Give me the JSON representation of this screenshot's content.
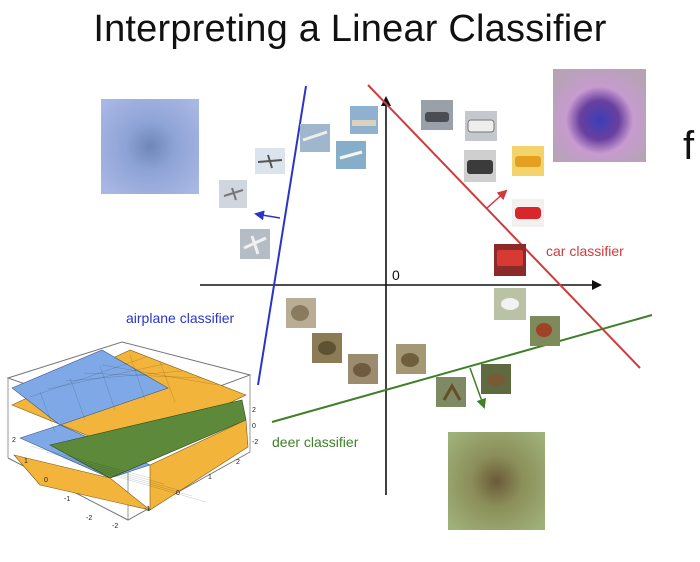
{
  "title": "Interpreting a Linear Classifier",
  "origin_label": "0",
  "partial_glyph": "f",
  "classifiers": {
    "airplane": {
      "label": "airplane classifier",
      "color": "#2a35c7"
    },
    "car": {
      "label": "car classifier",
      "color": "#d03a3a"
    },
    "deer": {
      "label": "deer classifier",
      "color": "#3f7f2a"
    }
  },
  "surface_plot": {
    "axis_ticks_left": [
      "2",
      "1",
      "0",
      "-1",
      "-2"
    ],
    "axis_ticks_bottom": [
      "2",
      "1",
      "0",
      "-1",
      "-2"
    ],
    "axis_ticks_right": [
      "2",
      "0",
      "-2"
    ],
    "colors": {
      "blue": "#7fa9e6",
      "orange": "#f2b43a",
      "green": "#5d8a3a"
    }
  },
  "thumbnails": {
    "airplane": [
      "airplane-1",
      "airplane-2",
      "airplane-3",
      "airplane-4",
      "airplane-5",
      "airplane-6"
    ],
    "car": [
      "car-1",
      "car-2",
      "car-3",
      "car-4",
      "car-5",
      "car-6"
    ],
    "deer": [
      "deer-1",
      "deer-2"
    ],
    "other": [
      "bird-1",
      "bird-2",
      "cat-1",
      "cat-2",
      "frog-1",
      "frog-2"
    ]
  }
}
